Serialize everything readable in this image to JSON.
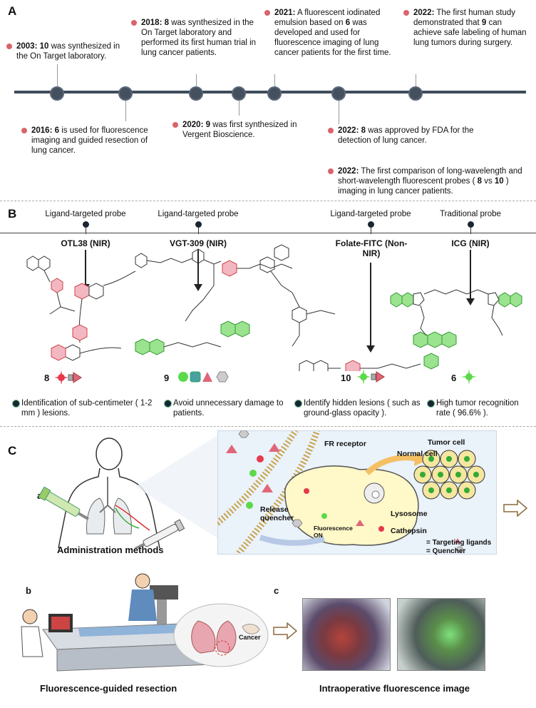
{
  "panels": {
    "a": "A",
    "b": "B",
    "c": "C"
  },
  "timeline": {
    "top_events": [
      {
        "year": "2003:",
        "num": "10",
        "text": " was synthesized in the On Target laboratory."
      },
      {
        "year": "2018:",
        "num": "8",
        "text": " was synthesized in the On Target laboratory and performed its first human trial in lung cancer patients."
      },
      {
        "year": "2021:",
        "num": "",
        "text": " A fluorescent iodinated emulsion based on ",
        "num2": "6",
        "text2": " was developed and used for fluorescence imaging of lung cancer patients for the first time."
      },
      {
        "year": "2022:",
        "num": "",
        "text": " The first human study demonstrated that ",
        "num2": "9",
        "text2": " can achieve safe labeling of human lung tumors during surgery."
      }
    ],
    "bottom_events": [
      {
        "year": "2016:",
        "num": "6",
        "text": " is used for fluorescence imaging and guided resection of lung cancer."
      },
      {
        "year": "2020:",
        "num": "9",
        "text": " was first synthesized in Vergent Bioscience."
      },
      {
        "year": "2022:",
        "num": "8",
        "text": " was approved by FDA for the detection of lung cancer."
      },
      {
        "year": "2022:",
        "num": "",
        "text": " The first comparison of long-wavelength and short-wavelength fluorescent probes ( ",
        "num2": "8",
        "text2": " vs ",
        "num3": "10",
        "text3": " ) imaging in lung cancer patients."
      }
    ]
  },
  "probes": [
    {
      "type": "Ligand-targeted probe",
      "name": "OTL38 (NIR)",
      "number": "8",
      "feature": "Identification of sub-centimeter ( 1-2 mm ) lesions."
    },
    {
      "type": "Ligand-targeted probe",
      "name": "VGT-309 (NIR)",
      "number": "9",
      "feature": "Avoid unnecessary damage to patients."
    },
    {
      "type": "Ligand-targeted probe",
      "name": "Folate-FITC (Non-NIR)",
      "number": "10",
      "feature": "Identify hidden lesions ( such as ground-glass opacity )."
    },
    {
      "type": "Traditional probe",
      "name": "ICG (NIR)",
      "number": "6",
      "feature": "High tumor recognition rate ( 96.6% )."
    }
  ],
  "mechanism": {
    "fr_receptor": "FR receptor",
    "tumor_cell": "Tumor cell",
    "normal_cell": "Normal cell",
    "lysosome": "Lysosome",
    "cathepsin": "Cathepsin",
    "release": "Release quencher",
    "fluor_on": "Fluorescence ON",
    "legend_targeting": "= Targeting ligands",
    "legend_quencher": "= Quencher"
  },
  "sub_labels": {
    "a": "a",
    "b": "b",
    "c": "c"
  },
  "captions": {
    "admin": "Administration methods",
    "resection": "Fluorescence-guided resection",
    "intraop": "Intraoperative fluorescence image",
    "cancer": "Cancer"
  },
  "colors": {
    "accent_red": "#d9646a",
    "timeline": "#3e4b5b",
    "green": "#5cd94a",
    "pink": "#e0667a",
    "panel_bg": "#eaf2fa"
  }
}
